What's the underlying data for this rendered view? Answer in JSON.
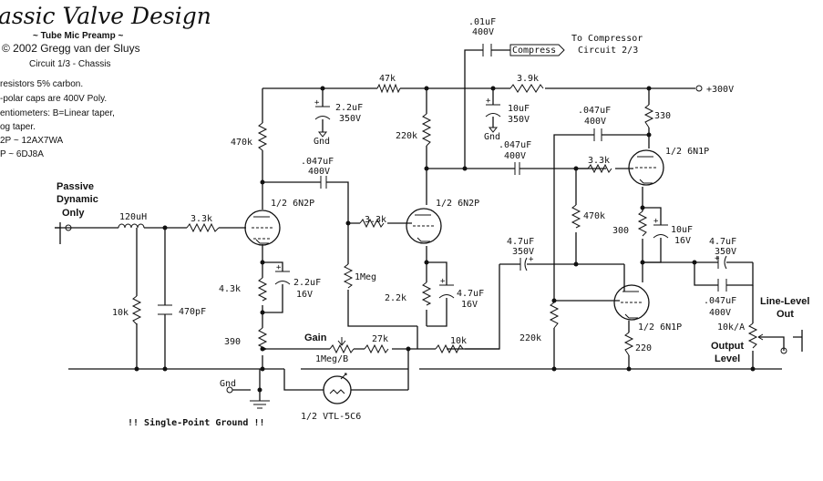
{
  "header": {
    "title": "assic Valve Design",
    "subtitle": "~ Tube Mic Preamp ~",
    "copyright": "© 2002 Gregg van der Sluys",
    "circuit": "Circuit 1/3 - Chassis"
  },
  "notes": [
    "resistors 5% carbon.",
    "-polar caps are 400V Poly.",
    "entiometers: B=Linear taper,",
    "og taper.",
    "2P ~ 12AX7WA",
    "P ~ 6DJ8A"
  ],
  "input": {
    "label_line1": "Passive",
    "label_line2": "Dynamic",
    "label_line3": "Only"
  },
  "output": {
    "label_line1": "Line-Level",
    "label_line2": "Out",
    "level_line1": "Output",
    "level_line2": "Level"
  },
  "supply": {
    "label": "+300V"
  },
  "compressor": {
    "box_label": "Compress",
    "to_line1": "To Compressor",
    "to_line2": "Circuit 2/3",
    "cap_value": ".01uF",
    "cap_voltage": "400V"
  },
  "ground": {
    "gnd_left": "Gnd",
    "gnd_cap1": "Gnd",
    "gnd_cap2": "Gnd",
    "single_point": "!! Single-Point Ground !!"
  },
  "tubes": {
    "v1": "1/2 6N2P",
    "v2": "1/2 6N2P",
    "v3": "1/2 6N1P",
    "v4": "1/2 6N1P",
    "meter": "1/2 VTL-5C6"
  },
  "parts": {
    "l_in": "120uH",
    "r_in_shunt": "10k",
    "c_in_shunt": "470pF",
    "r_grid1": "3.3k",
    "r_plate1": "470k",
    "c_dec1_val": "2.2uF",
    "c_dec1_volt": "350V",
    "r_drop1": "47k",
    "c_coup1_val": ".047uF",
    "c_coup1_volt": "400V",
    "r_cath1a": "4.3k",
    "c_cath1_val": "2.2uF",
    "c_cath1_volt": "16V",
    "r_cath1b": "390",
    "gain_label": "Gain",
    "gain_pot": "1Meg/B",
    "r_fb": "27k",
    "r_grid2": "3.3k",
    "r_gridleak2": "1Meg",
    "r_plate2": "220k",
    "r_cath2": "2.2k",
    "c_cath2_val": "4.7uF",
    "c_cath2_volt": "16V",
    "r_drop2": "3.9k",
    "c_dec2_val": "10uF",
    "c_dec2_volt": "350V",
    "c_coup2_val": ".047uF",
    "c_coup2_volt": "400V",
    "c_fb2_val": ".047uF",
    "c_fb2_volt": "400V",
    "r_plate3": "330",
    "r_grid3": "3.3k",
    "r_bias3": "470k",
    "r_k3": "300",
    "c_k3_val": "10uF",
    "c_k3_volt": "16V",
    "c_coup3_val": "4.7uF",
    "c_coup3_volt": "350V",
    "r_10k_fb": "10k",
    "r_gridleak4": "220k",
    "r_k4": "220",
    "c_out1_val": "4.7uF",
    "c_out1_volt": "350V",
    "c_out2_val": ".047uF",
    "c_out2_volt": "400V",
    "pot_out": "10k/A"
  }
}
